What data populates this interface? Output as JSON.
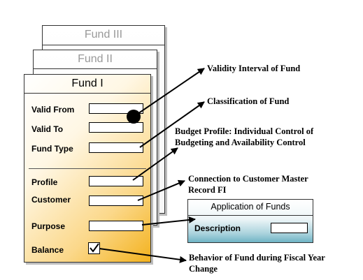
{
  "cards": {
    "fund3_title": "Fund III",
    "fund2_title": "Fund II",
    "fund1_title": "Fund I"
  },
  "fund1": {
    "valid_from_label": "Valid From",
    "valid_to_label": "Valid To",
    "fund_type_label": "Fund Type",
    "profile_label": "Profile",
    "customer_label": "Customer",
    "purpose_label": "Purpose",
    "balance_label": "Balance",
    "balance_checked": true
  },
  "annotations": {
    "validity": "Validity Interval of Fund",
    "classification": "Classification of Fund",
    "budget_line1": "Budget Profile: Individual Control of",
    "budget_line2": "Budgeting and Availability Control",
    "connection_line1": "Connection to Customer Master",
    "connection_line2": "Record FI",
    "behavior_line1": "Behavior of Fund during Fiscal Year",
    "behavior_line2": "Change"
  },
  "application_box": {
    "title": "Application of Funds",
    "description_label": "Description"
  },
  "colors": {
    "fund1_gradient_end": "#f3b21e",
    "application_gradient_end": "#6fb3c4",
    "back_card_title": "#999999"
  }
}
